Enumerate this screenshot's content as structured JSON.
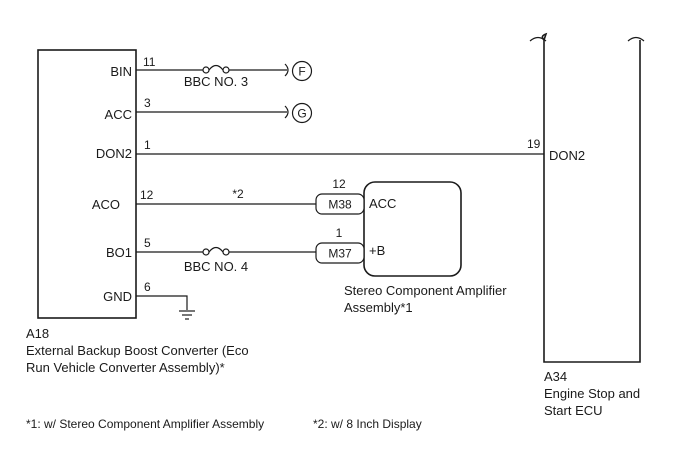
{
  "unit_a18": {
    "code": "A18",
    "name_line1": "External Backup Boost Converter (Eco",
    "name_line2": "Run Vehicle Converter Assembly)*",
    "pins": [
      {
        "label": "BIN",
        "number": "11"
      },
      {
        "label": "ACC",
        "number": "3"
      },
      {
        "label": "DON2",
        "number": "1"
      },
      {
        "label": "ACO",
        "number": "12"
      },
      {
        "label": "BO1",
        "number": "5"
      },
      {
        "label": "GND",
        "number": "6"
      }
    ]
  },
  "unit_a34": {
    "code": "A34",
    "name_line1": "Engine Stop and",
    "name_line2": "Start ECU",
    "pin_label": "DON2",
    "pin_number": "19"
  },
  "amplifier": {
    "name_line1": "Stereo Component Amplifier",
    "name_line2": "Assembly*1",
    "pin_acc_label": "ACC",
    "pin_acc_number": "12",
    "pin_acc_connector": "M38",
    "pin_b_label": "+B",
    "pin_b_number": "1",
    "pin_b_connector": "M37"
  },
  "fuses": {
    "bin": "BBC NO. 3",
    "bo1": "BBC NO. 4"
  },
  "references": {
    "f": "F",
    "g": "G"
  },
  "wire_aco_note": "*2",
  "footnotes": {
    "note1": "*1: w/ Stereo Component Amplifier Assembly",
    "note2": "*2: w/ 8 Inch Display"
  }
}
